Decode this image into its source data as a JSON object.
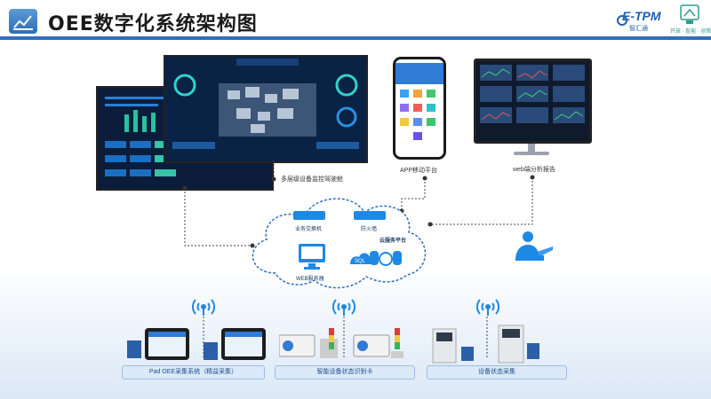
{
  "header": {
    "title": "OEE数字化系统架构图"
  },
  "logos": {
    "etpm_text": "E-TPM",
    "etpm_sub": "智汇通",
    "right_sub": "开放 · 智能 · 创新"
  },
  "displays": {
    "dashboard_label": "多层级设备监控驾驶舱",
    "app_label": "APP移动平台",
    "web_label": "web端分析报告"
  },
  "cloud": {
    "switch_label": "业务交换机",
    "firewall_label": "防火墙",
    "platform_label": "云服务平台",
    "web_server_label": "WEB服务器",
    "sql_label": "SQL"
  },
  "collection": {
    "pad_label": "Pad OEE采集系统（精益采集）",
    "card_label": "智能设备状态识别卡",
    "device_label": "设备状态采集"
  },
  "colors": {
    "accent": "#2f6fbd",
    "screen_bg": "#0b1d3a",
    "cloud_icon": "#1e88e5"
  }
}
